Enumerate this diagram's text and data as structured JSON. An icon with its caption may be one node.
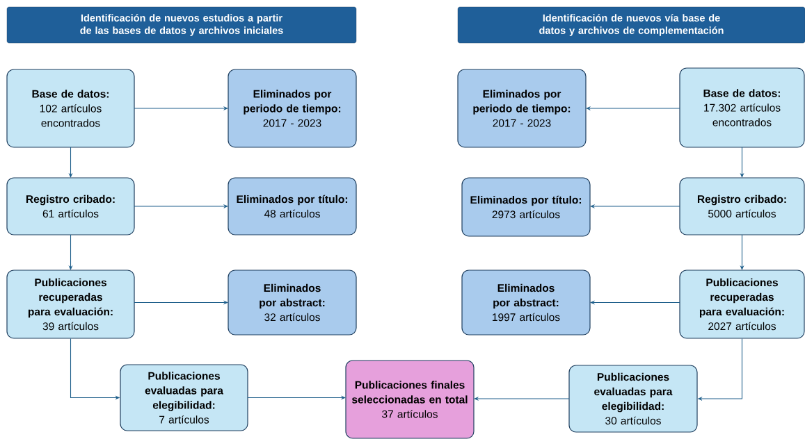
{
  "diagram": {
    "nodes": [
      {
        "text": [
          "Identificación de nuevos estudios a partir de las bases de datos y archivos iniciales"
        ]
      },
      {
        "text": [
          "Identificación de nuevos vía base de datos y archivos de complementación"
        ]
      },
      {
        "text": [
          "Base de datos:",
          "102 artículos encontrados"
        ]
      },
      {
        "text": [
          "Eliminados por periodo de tiempo:",
          "2017 - 2023"
        ]
      },
      {
        "text": [
          "Registro cribado:",
          "61 artículos"
        ]
      },
      {
        "text": [
          "Eliminados por título:",
          "48 artículos"
        ]
      },
      {
        "text": [
          "Publicaciones recuperadas para evaluación:",
          "39 artículos"
        ]
      },
      {
        "text": [
          "Eliminados por abstract:",
          "32 artículos"
        ]
      },
      {
        "text": [
          "Publicaciones evaluadas para elegibilidad:",
          "7 artículos"
        ]
      },
      {
        "text": [
          "Publicaciones finales seleccionadas en total",
          "37 artículos"
        ]
      },
      {
        "text": [
          "Eliminados por periodo de tiempo:",
          "2017 - 2023"
        ]
      },
      {
        "text": [
          "Base de datos:",
          "17.302 artículos encontrados"
        ]
      },
      {
        "text": [
          "Eliminados por título:",
          "2973 artículos"
        ]
      },
      {
        "text": [
          "Registro cribado:",
          "5000 artículos"
        ]
      },
      {
        "text": [
          "Eliminados por abstract:",
          "1997 artículos"
        ]
      },
      {
        "text": [
          "Publicaciones recuperadas para evaluación:",
          "2027 artículos"
        ]
      },
      {
        "text": [
          "Publicaciones evaluadas para elegibilidad:",
          "30 artículos"
        ]
      }
    ],
    "edges": [
      {
        "from": 2,
        "to": 3,
        "arrow": "to"
      },
      {
        "from": 2,
        "to": 4,
        "arrow": "to"
      },
      {
        "from": 4,
        "to": 5,
        "arrow": "to"
      },
      {
        "from": 4,
        "to": 6,
        "arrow": "to"
      },
      {
        "from": 6,
        "to": 7,
        "arrow": "to"
      },
      {
        "from": 6,
        "to": 8,
        "arrow": "to"
      },
      {
        "from": 8,
        "to": 9,
        "arrow": "to"
      },
      {
        "from": 11,
        "to": 10,
        "arrow": "to"
      },
      {
        "from": 11,
        "to": 13,
        "arrow": "to"
      },
      {
        "from": 13,
        "to": 12,
        "arrow": "to"
      },
      {
        "from": 13,
        "to": 15,
        "arrow": "to"
      },
      {
        "from": 15,
        "to": 14,
        "arrow": "to"
      },
      {
        "from": 15,
        "to": 16,
        "arrow": "to"
      },
      {
        "from": 16,
        "to": 9,
        "arrow": "to"
      }
    ]
  }
}
